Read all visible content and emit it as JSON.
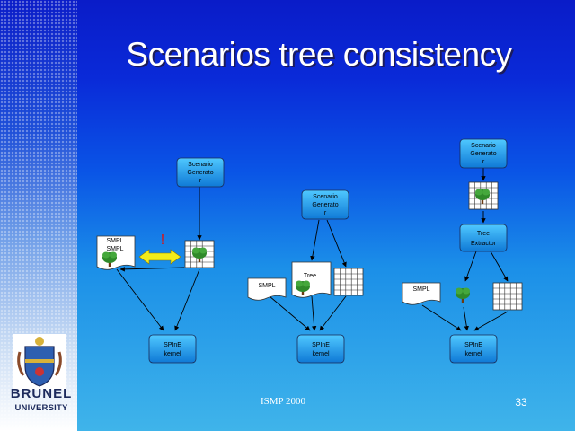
{
  "title": "Scenarios tree consistency",
  "footer": {
    "center": "ISMP 2000",
    "page_number": "33"
  },
  "logo": {
    "line1": "BRUNEL",
    "line2": "UNIVERSITY"
  },
  "diagram": {
    "group1": {
      "generator": [
        "Scenario",
        "Generato",
        "r"
      ],
      "smpl_doc": [
        "SMPL",
        "SMPL"
      ],
      "conflict_mark": "!",
      "kernel": [
        "SPInE",
        "kernel"
      ]
    },
    "group2": {
      "generator": [
        "Scenario",
        "Generato",
        "r"
      ],
      "smpl_doc": "SMPL",
      "tree_doc": "Tree",
      "kernel": [
        "SPInE",
        "kernel"
      ]
    },
    "group3": {
      "generator": [
        "Scenario",
        "Generato",
        "r"
      ],
      "extractor": [
        "Tree",
        "Extractor"
      ],
      "smpl_doc": "SMPL",
      "kernel": [
        "SPInE",
        "kernel"
      ]
    },
    "colors": {
      "node_top": "#4fc8ff",
      "node_bottom": "#0f79d6",
      "conflict_arrow": "#f2ec1a",
      "conflict_mark": "#e01010",
      "tree": "#2f8a2a"
    }
  }
}
